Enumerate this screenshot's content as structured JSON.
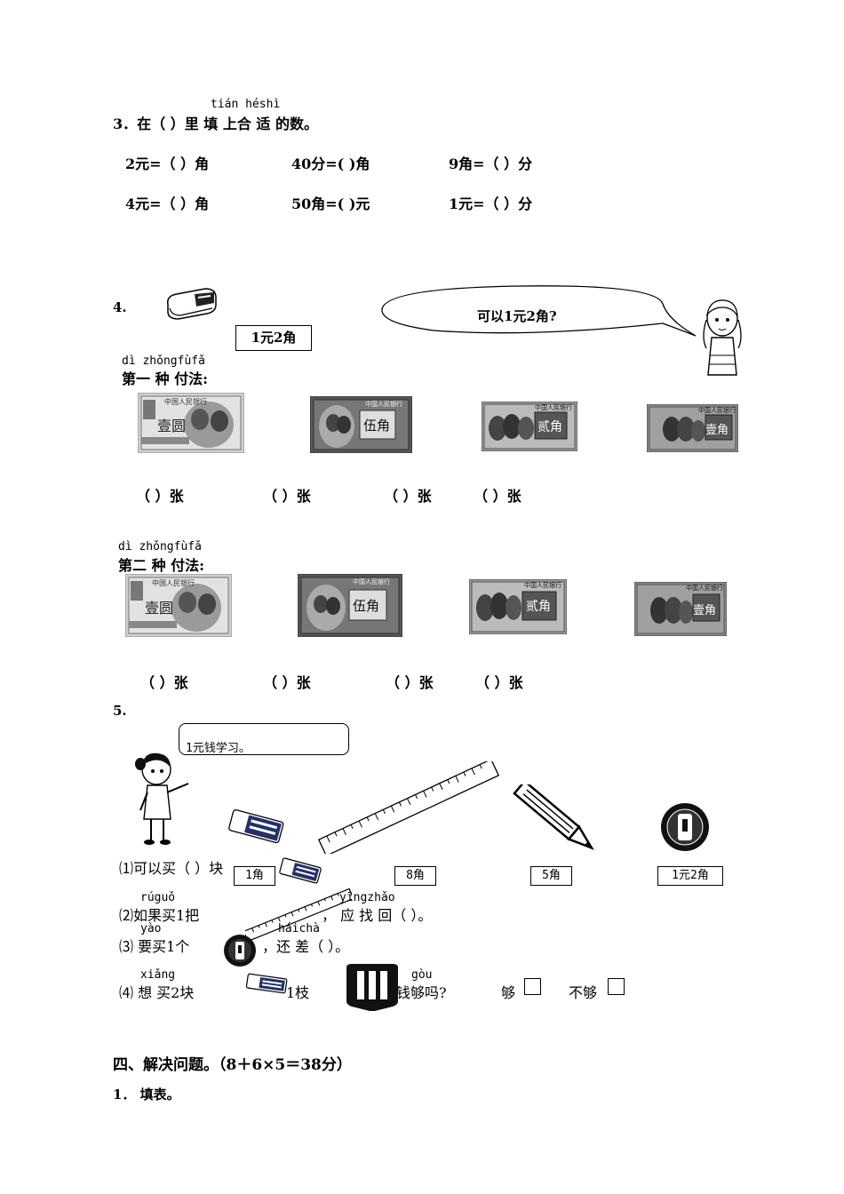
{
  "q3": {
    "title": "3．在（ ）里 填 上合 适 的数。",
    "pinyin": "tián   héshì",
    "items": [
      "2元=（  ）角",
      "40分=(  )角",
      "9角=（  ）分",
      "4元=（  ）角",
      "50角=(  )元",
      "1元=（  ）分"
    ]
  },
  "q4": {
    "number": "4.",
    "price": "1元2角",
    "speech": "可以1元2角?",
    "method1_pinyin": "dì  zhǒngfùfǎ",
    "method1_label": "第一  种  付法:",
    "method2_pinyin": "dì  zhǒngfùfǎ",
    "method2_label": "第二  种  付法:",
    "notes": [
      {
        "denom": "壹圆",
        "header": "中国人民银行"
      },
      {
        "denom": "伍角",
        "header": "中国人民银行"
      },
      {
        "denom": "贰角",
        "header": "中国人民银行"
      },
      {
        "denom": "壹角",
        "header": "中国人民银行"
      }
    ],
    "count_blank": "（  ）张"
  },
  "q5": {
    "number": "5.",
    "speech": "1元钱学习。",
    "prices": [
      "1角",
      "8角",
      "5角",
      "1元2角"
    ],
    "s1_a": "⑴可以买（    ）块",
    "s2_pinyin1": "rúguǒ",
    "s2_a": "⑵如果买1把",
    "s2_pinyin2": "yīngzhǎo",
    "s2_b": "，  应  找 回（      ）。",
    "s3_pinyin1": "yào",
    "s3_a": "⑶ 要买1个",
    "s3_pinyin2": "háichà",
    "s3_b": "，还 差（      ）。",
    "s4_pinyin1": "xiǎng",
    "s4_a": "⑷  想  买2块",
    "s4_b": "1枝",
    "s4_pinyin2": "gòu",
    "s4_c": "钱够吗?",
    "enough": "够",
    "not_enough": "不够"
  },
  "section4": {
    "title": "四、解决问题。（8＋6×5＝38分）",
    "item1": "1．  填表。"
  }
}
